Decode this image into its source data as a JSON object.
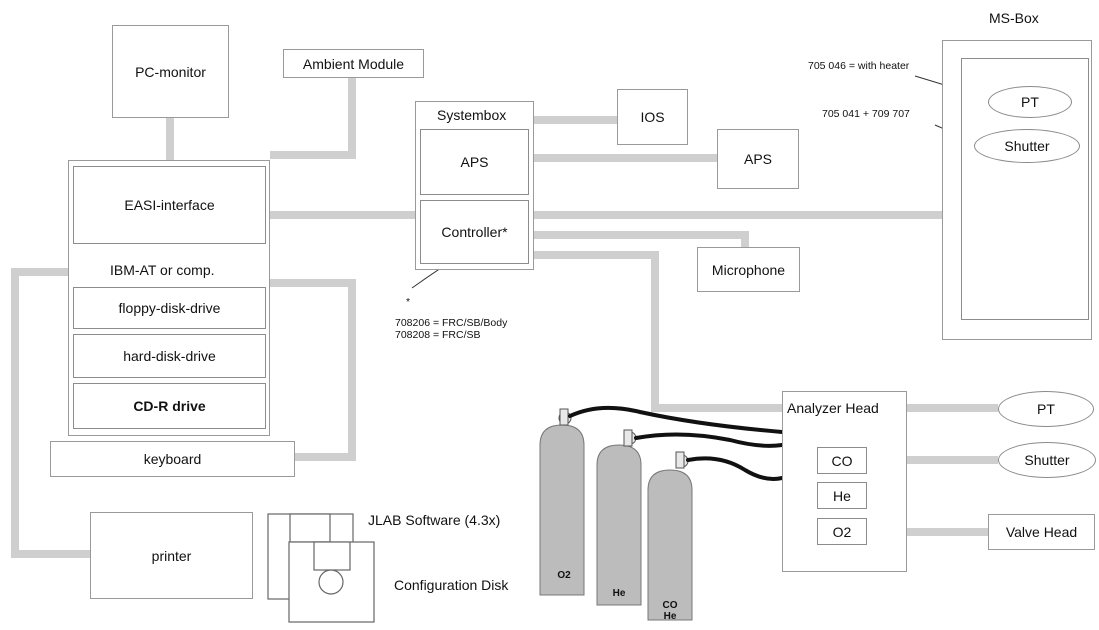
{
  "labels": {
    "pc_monitor": "PC-monitor",
    "ambient_module": "Ambient Module",
    "easi_interface": "EASI-interface",
    "ibm_at": "IBM-AT or comp.",
    "floppy": "floppy-disk-drive",
    "hard_disk": "hard-disk-drive",
    "cd_r": "CD-R drive",
    "keyboard": "keyboard",
    "printer": "printer",
    "systembox": "Systembox",
    "aps_inner": "APS",
    "controller": "Controller",
    "controller_star": "*",
    "ios": "IOS",
    "aps_outer": "APS",
    "microphone": "Microphone",
    "ms_box": "MS-Box",
    "pt_ms": "PT",
    "shutter_ms": "Shutter",
    "analyzer_head": "Analyzer Head",
    "co": "CO",
    "he": "He",
    "o2": "O2",
    "pt_right": "PT",
    "shutter_right": "Shutter",
    "valve_head": "Valve Head",
    "jlab_software": "JLAB Software (4.3x)",
    "config_disk": "Configuration Disk",
    "gas_o2": "O2",
    "gas_he": "He",
    "gas_co_he_1": "CO",
    "gas_co_he_2": "He"
  },
  "notes": {
    "pt_part": "705 046 = with heater",
    "shutter_part": "705 041 + 709 707",
    "controller_star": "*",
    "controller_line1": "708206 = FRC/SB/Body",
    "controller_line2": "708208 = FRC/SB"
  },
  "colors": {
    "connector": "#cfcfcf",
    "hose": "#111111",
    "cylinder": "#b9b9b9",
    "border": "#9a9a9a"
  }
}
